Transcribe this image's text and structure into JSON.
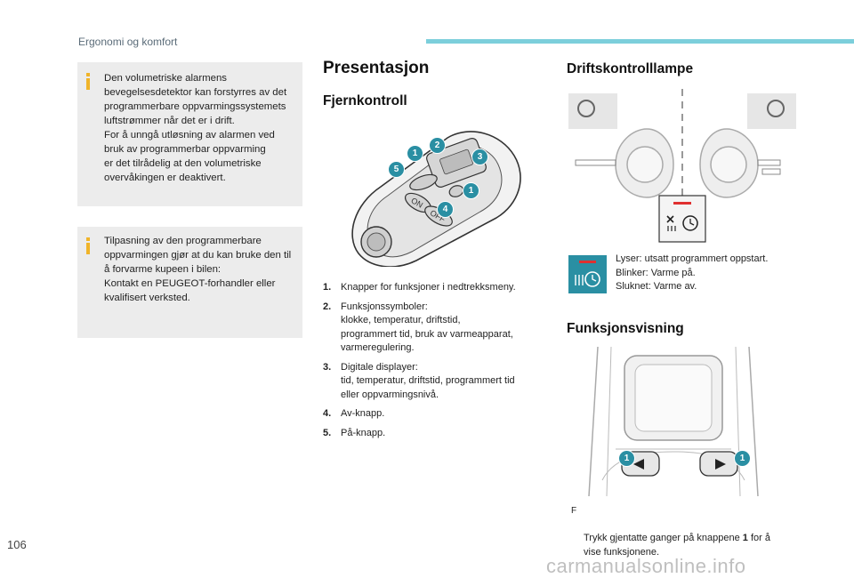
{
  "header": {
    "section": "Ergonomi og komfort"
  },
  "notes": [
    {
      "text": "Den volumetriske alarmens\nbevegelsesdetektor kan forstyrres av det\nprogrammerbare oppvarmingssystemets\nluftstrømmer når det er i drift.\nFor å unngå utløsning av alarmen ved\nbruk av programmerbar oppvarming\ner det tilrådelig at den volumetriske\novervåkingen er deaktivert."
    },
    {
      "text": "Tilpasning av den programmerbare\noppvarmingen gjør at du kan bruke den til\nå forvarme kupeen i bilen:\nKontakt en PEUGEOT-forhandler eller\nkvalifisert verksted."
    }
  ],
  "presentation": {
    "title": "Presentasjon",
    "remote_heading": "Fjernkontroll",
    "remote_badges": [
      "1",
      "2",
      "3",
      "5",
      "1",
      "4"
    ],
    "remote_button_on": "ON",
    "remote_button_off": "OFF",
    "items": [
      {
        "num": "1.",
        "text": "Knapper for funksjoner i nedtrekksmeny."
      },
      {
        "num": "2.",
        "text": "Funksjonssymboler:\nklokke, temperatur, driftstid,\nprogrammert tid, bruk av varmeapparat,\nvarmeregulering."
      },
      {
        "num": "3.",
        "text": "Digitale displayer:\ntid, temperatur, driftstid, programmert tid\neller oppvarmingsnivå."
      },
      {
        "num": "4.",
        "text": "Av-knapp."
      },
      {
        "num": "5.",
        "text": "På-knapp."
      }
    ]
  },
  "indicator": {
    "heading": "Driftskontrolllampe",
    "description": "Lyser: utsatt programmert oppstart.\nBlinker: Varme på.\nSluknet: Varme av."
  },
  "display": {
    "heading": "Funksjonsvisning",
    "badges": [
      "1",
      "1"
    ],
    "instruction_bullet": "F",
    "instruction_pre": "Trykk gjentatte ganger på knappene ",
    "instruction_bold": "1",
    "instruction_post": " for å\nvise funksjonene."
  },
  "footer": {
    "page_number": "106",
    "watermark": "carmanualsonline.info"
  },
  "colors": {
    "accent": "#7ccfdb",
    "note_bg": "#ececec",
    "info_icon": "#f0b429",
    "badge": "#2a8fa3",
    "indicator_bg": "#2a8fa3",
    "indicator_red": "#e03030"
  }
}
